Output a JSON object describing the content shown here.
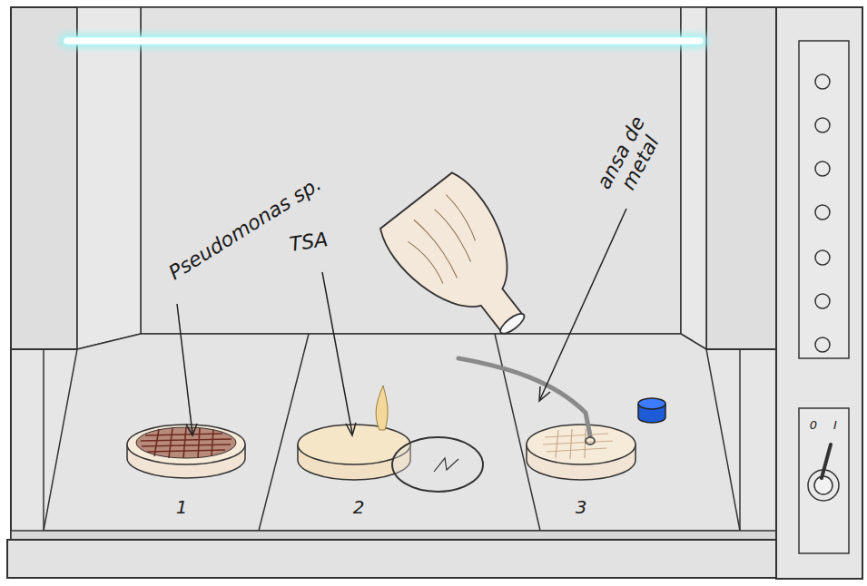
{
  "diagram": {
    "labels": [
      "Pseudomonas sp.",
      "TSA",
      "ansa de metal",
      "1",
      "2",
      "3",
      "0",
      "I"
    ]
  }
}
